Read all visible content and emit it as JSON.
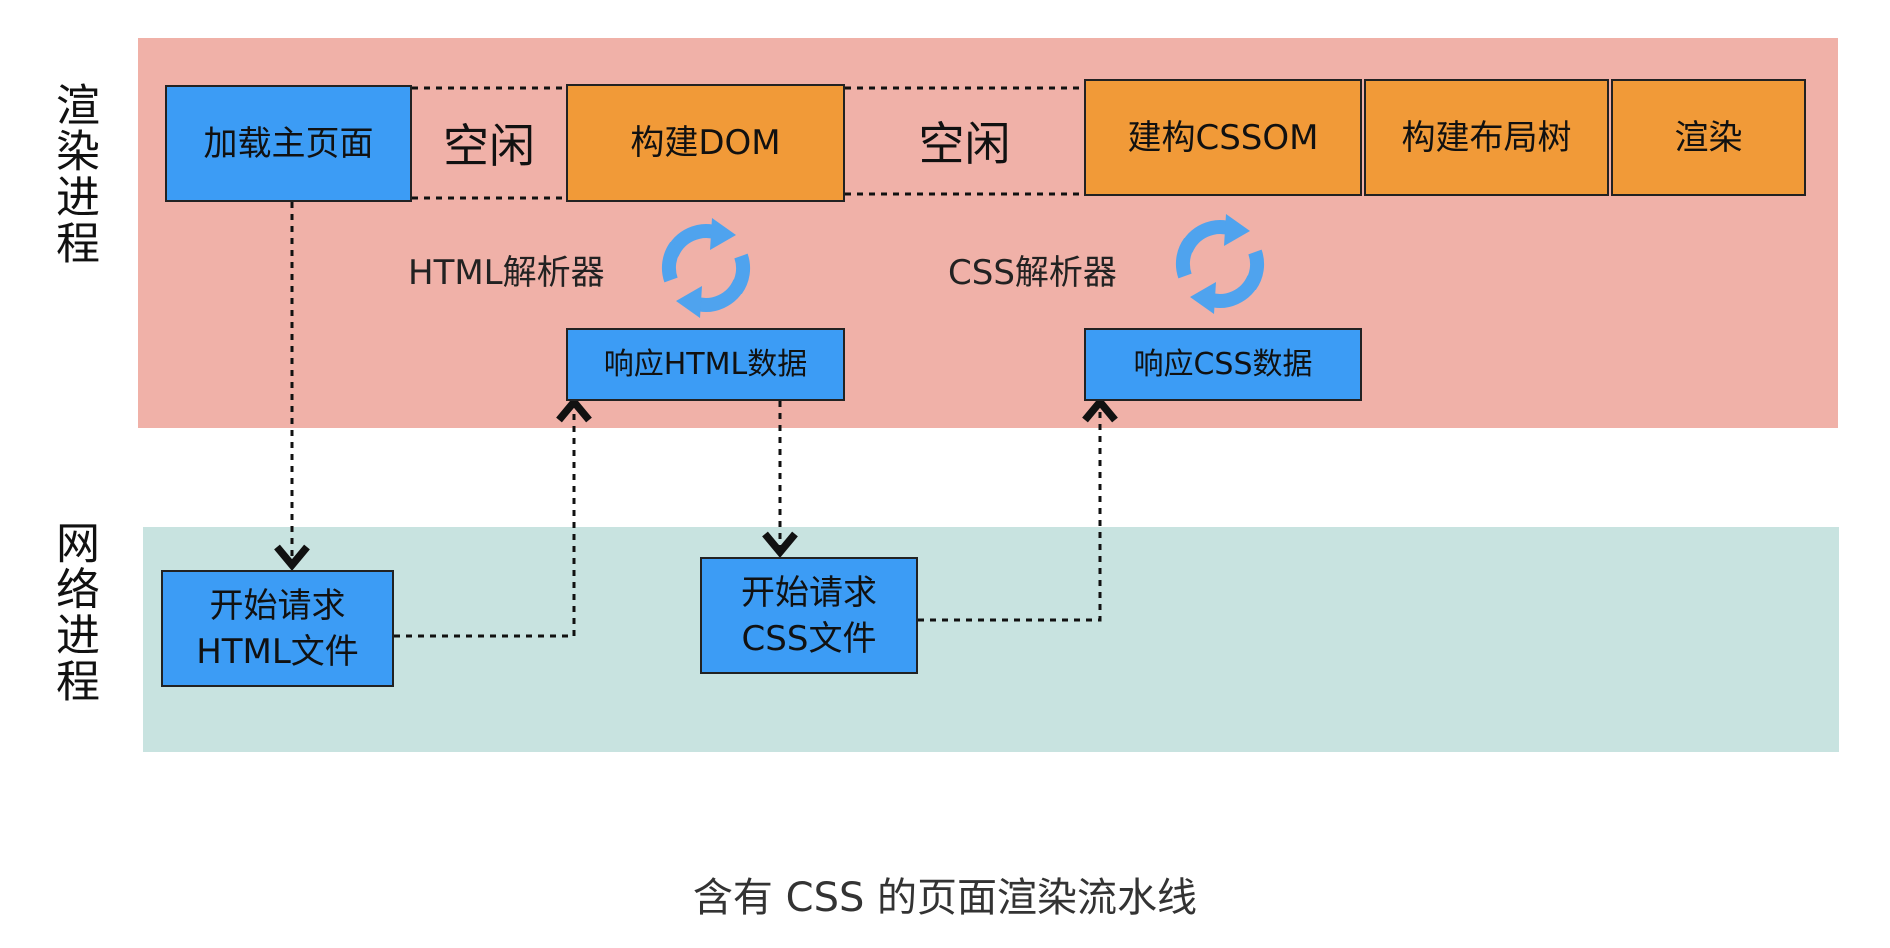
{
  "lanes": {
    "render_process": "渲染进程",
    "network_process": "网络进程"
  },
  "render": {
    "load_page": "加载主页面",
    "idle_1": "空闲",
    "build_dom": "构建DOM",
    "idle_2": "空闲",
    "build_cssom": "建构CSSOM",
    "build_layout_tree": "构建布局树",
    "paint": "渲染",
    "html_parser": "HTML解析器",
    "css_parser": "CSS解析器",
    "respond_html": "响应HTML数据",
    "respond_css": "响应CSS数据"
  },
  "network": {
    "request_html_line1": "开始请求",
    "request_html_line2": "HTML文件",
    "request_css_line1": "开始请求",
    "request_css_line2": "CSS文件"
  },
  "caption": "含有 CSS 的页面渲染流水线",
  "colors": {
    "render_band": "#f0b1a8",
    "network_band": "#c8e3e0",
    "blue_box": "#3c9cf5",
    "orange_box": "#f19a38",
    "cycle_icon": "#4fa3ee"
  }
}
